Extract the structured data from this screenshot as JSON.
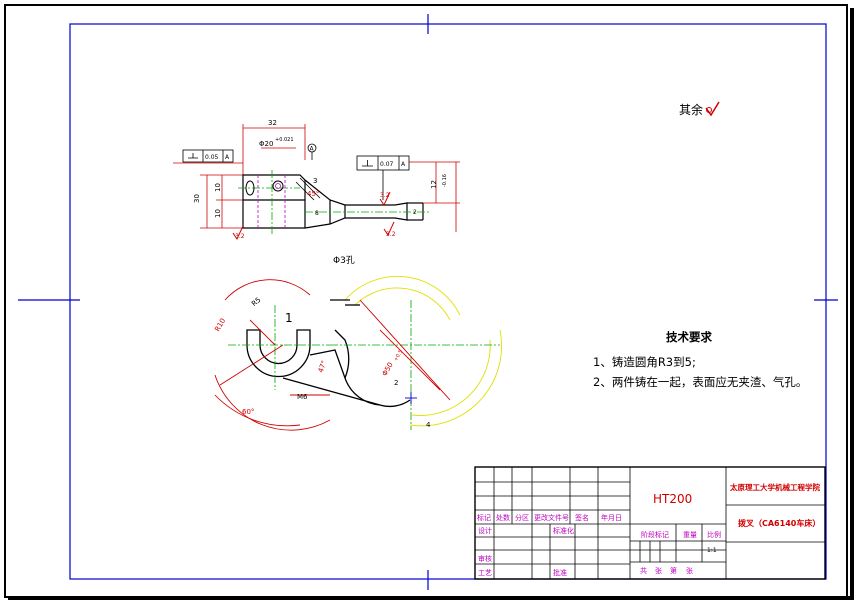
{
  "drawing": {
    "surface_finish_note": "其余",
    "tech_req_title": "技术要求",
    "tech_req_1": "1、铸造圆角R3到5;",
    "tech_req_2": "2、两件铸在一起，表面应无夹渣、气孔。",
    "hole_note": "Φ3孔",
    "dims": {
      "d32": "32",
      "d20": "Φ20",
      "d20tol": "+0.021",
      "datum": "A",
      "flat1": "0.05",
      "flat2": "0.07",
      "d30": "30",
      "d10a": "10",
      "d10b": "10",
      "d3": "3",
      "d45": "45°",
      "d8": "8",
      "d2": "2",
      "d12": "12",
      "d12tol": "-0.16",
      "r32a": "3.2",
      "r32b": "3.2",
      "r32c": "3.2",
      "r10": "R10",
      "r5": "R5",
      "d1": "1",
      "d47": "47°",
      "d50": "Φ50",
      "d50tol": "+0.5",
      "m6": "M6",
      "d60": "60°",
      "d2b": "2",
      "d4": "4"
    }
  },
  "title_block": {
    "material": "HT200",
    "school": "太原理工大学机械工程学院",
    "part_name": "拨叉（CA6140车床）",
    "h_mark": "标记",
    "h_count": "处数",
    "h_zone": "分区",
    "h_docno": "更改文件号",
    "h_sign": "签名",
    "h_date": "年月日",
    "h_design": "设计",
    "h_std": "标准化",
    "h_stage": "阶段标记",
    "h_weight": "重量",
    "h_scale": "比例",
    "scale_value": "1:1",
    "h_review": "审核",
    "h_process": "工艺",
    "h_approve": "批准",
    "h_total": "共",
    "h_sheets": "张",
    "h_no": "第",
    "h_sheet2": "张"
  }
}
